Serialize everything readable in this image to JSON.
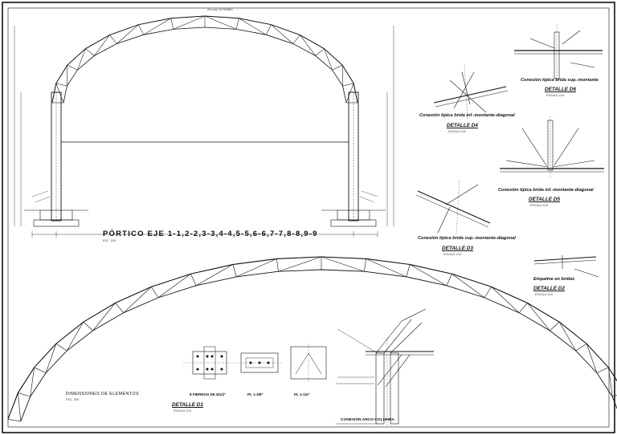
{
  "main_title": "PÓRTICO EJE 1-1,2-2,3-3,4-4,5-5,6-6,7-7,8-8,9-9",
  "main_scale": "ESC. 1/50",
  "elements_title": "DIMENSIONES DE ELEMENTOS",
  "elements_scale": "ESC. 1/50",
  "details": {
    "d6": {
      "caption": "Conexión típica brida sup.-montante",
      "label": "DETALLE D6",
      "scale": "ESCALA 1/10"
    },
    "d4": {
      "caption": "Conexión típica brida inf.-montante-diagonal",
      "label": "DETALLE D4",
      "scale": "ESCALA 1/10"
    },
    "d5": {
      "caption": "Conexión típica brida inf.-montante-diagonal",
      "label": "DETALLE D5",
      "scale": "ESCALA 1/10"
    },
    "d3": {
      "caption": "Conexión típica brida sup.-montante-diagonal",
      "label": "DETALLE D3",
      "scale": "ESCALA 1/10"
    },
    "d2": {
      "caption": "Empalme en bridas",
      "label": "DETALLE D2",
      "scale": "ESCALA 1/10"
    },
    "d1": {
      "label": "DETALLE D1",
      "scale": "ESCALA 1/10"
    }
  },
  "sections": {
    "s1": "8 FIERROS DE Ø1/2\"",
    "s2": "PL 1-3/8\"",
    "s3": "PL 1-1/4\""
  },
  "connection_title": "CONEXIÓN ARCO-COLUMNA",
  "ridge_note": "Arco sup. Ver Detalles",
  "colors": {
    "ink": "#111111",
    "paper": "#ffffff"
  }
}
